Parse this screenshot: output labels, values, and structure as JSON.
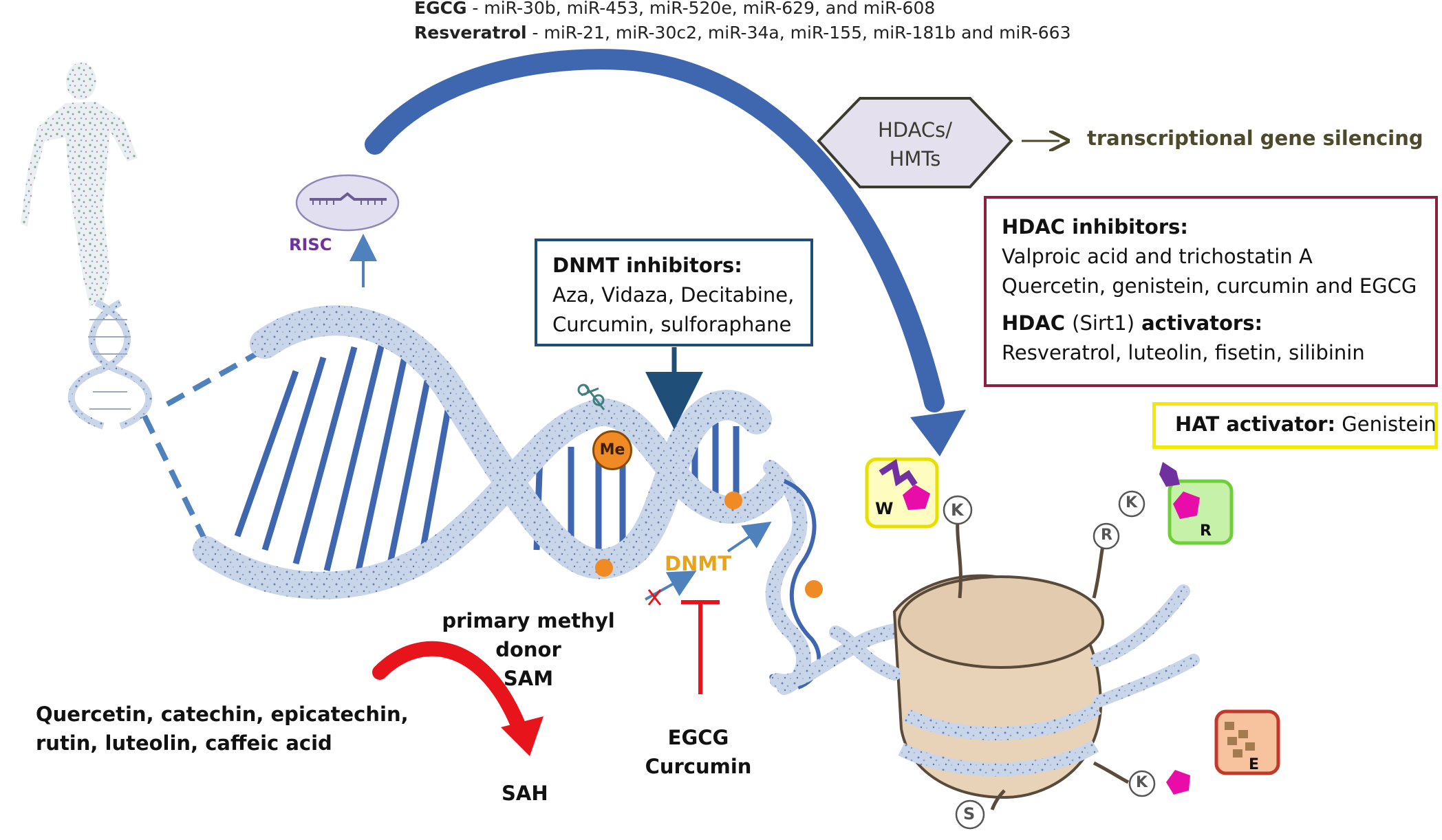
{
  "mirna": {
    "egcg_label": "EGCG",
    "egcg_list": " - miR-30b, miR-453, miR-520e, miR-629, and miR-608",
    "resveratrol_label": "Resveratrol",
    "resveratrol_list": " -  miR-21, miR-30c2, miR-34a, miR-155, miR-181b and miR-663"
  },
  "risc": {
    "label": "RISC"
  },
  "hdacs_hmts": {
    "line1": "HDACs/",
    "line2": "HMTs",
    "result": "transcriptional gene silencing"
  },
  "hdac_box": {
    "inhibitors_title": "HDAC inhibitors:",
    "inhibitors_line1": "Valproic acid and trichostatin A",
    "inhibitors_line2": "Quercetin, genistein, curcumin and EGCG",
    "activators_prefix": "HDAC ",
    "activators_paren": "(Sirt1)",
    "activators_suffix": " activators:",
    "activators_line": "Resveratrol,  luteolin, fisetin, silibinin"
  },
  "hat_box": {
    "title": "HAT activator:",
    "value": " Genistein"
  },
  "dnmt_box": {
    "title": "DNMT inhibitors:",
    "line1": "Aza, Vidaza, Decitabine,",
    "line2": "Curcumin, sulforaphane"
  },
  "methyl": {
    "me_label": "Me",
    "dnmt_label": "DNMT"
  },
  "donor": {
    "line1": "primary methyl donor",
    "line2": "SAM"
  },
  "polyphenols": {
    "line1": "Quercetin, catechin, epicatechin,",
    "line2": "rutin, luteolin, caffeic acid"
  },
  "sah": {
    "label": "SAH"
  },
  "egcg_curcumin": {
    "line1": "EGCG",
    "line2": "Curcumin"
  },
  "histone_marks": {
    "w": "W",
    "k": "K",
    "r": "R",
    "e": "E",
    "s": "S"
  },
  "colors": {
    "dna_blue": "#3f67b0",
    "dnmt_box_border": "#1f4e79",
    "hdac_box_border": "#8b2040",
    "hat_box_border": "#f2ea00",
    "dnmt_text": "#e8a317",
    "risc_text": "#7030a0",
    "silencing_text": "#4d4a2b",
    "red": "#e8141c",
    "magenta": "#e80ca8"
  }
}
